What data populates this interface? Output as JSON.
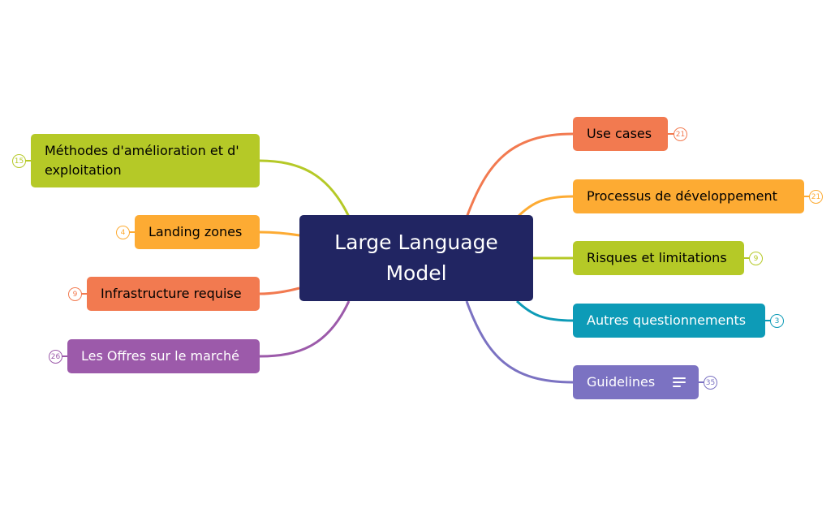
{
  "central_topic": {
    "line1": "Large Language",
    "line2": "Model",
    "color": "#212562"
  },
  "topics": {
    "use_cases": {
      "label": "Use cases",
      "count": "21",
      "color": "#f27a50"
    },
    "processus": {
      "label": "Processus de développement",
      "count": "21",
      "color": "#fdab33"
    },
    "risques": {
      "label": "Risques et limitations",
      "count": "9",
      "color": "#b5c927"
    },
    "autres": {
      "label": "Autres questionnements",
      "count": "3",
      "color": "#0d9bb7"
    },
    "guidelines": {
      "label": "Guidelines",
      "count": "35",
      "color": "#7b72c2",
      "icon": "notes-icon"
    },
    "methodes": {
      "label": "Méthodes d'amélioration et d' exploitation",
      "count": "15",
      "color": "#b5c927"
    },
    "landing": {
      "label": "Landing zones",
      "count": "4",
      "color": "#fdab33"
    },
    "infrastructure": {
      "label": "Infrastructure requise",
      "count": "9",
      "color": "#f27a50"
    },
    "offres": {
      "label": "Les Offres sur le marché",
      "count": "26",
      "color": "#9c5aaa"
    }
  }
}
